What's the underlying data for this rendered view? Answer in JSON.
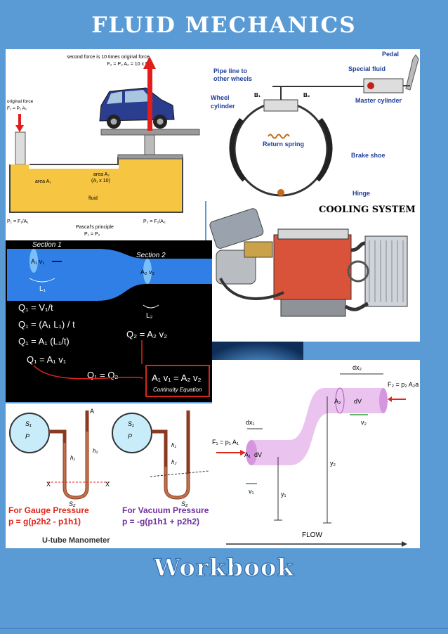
{
  "title": "FLUID MECHANICS",
  "subtitle": "Workbook",
  "pascal": {
    "top_caption_1": "second force is 10 times original force",
    "top_caption_2": "F₂ = P₂ A₂ = 10 x F₁",
    "orig_force_1": "original force",
    "orig_force_2": "F₁ = P₁ A₁",
    "area1": "area A₁",
    "area2_1": "area A₂",
    "area2_2": "(A₁ x 10)",
    "fluid": "fluid",
    "p1": "P₁ = F₁/A₁",
    "p2": "P₂ = F₂/A₂",
    "principle_1": "Pascal's principle",
    "principle_2": "P₁ = P₂"
  },
  "brake": {
    "pedal": "Pedal",
    "special_fluid": "Special fluid",
    "pipe_1": "Pipe line to",
    "pipe_2": "other wheels",
    "master": "Master cylinder",
    "wheel_1": "Wheel",
    "wheel_2": "cylinder",
    "b1": "B₁",
    "b2": "B₂",
    "return_spring": "Return spring",
    "brake_shoe": "Brake shoe",
    "hinge": "Hinge"
  },
  "cooling": {
    "title": "COOLING SYSTEM"
  },
  "continuity": {
    "section1": "Section 1",
    "section2": "Section 2",
    "a1v1": "A₁ v₁",
    "a2v2": "A₂ v₂",
    "l1": "L₁",
    "l2": "L₂",
    "eq1": "Q₁ = V₁/t",
    "eq2": "Q₁ = (A₁ L₁) / t",
    "eq3": "Q₁ = A₁ (L₁/t)",
    "eq4": "Q₁ = A₁ v₁",
    "eq5": "Q₂ = A₂ v₂",
    "eq6": "Q₁ = Q₂",
    "result": "A₁ v₁ = A₂ v₂",
    "result_label": "Continuity Equation"
  },
  "manometer": {
    "gauge_1": "For Gauge Pressure",
    "gauge_2": "p = g(p2h2 - p1h1)",
    "vacuum_1": "For Vacuum Pressure",
    "vacuum_2": "p = -g(p1h1 + p2h2)",
    "caption": "U-tube Manometer",
    "a": "A",
    "x": "X",
    "s1": "S₁",
    "s2": "S₂",
    "h1": "h₁",
    "h2": "h₂",
    "p": "P"
  },
  "bernoulli": {
    "dx2": "dx₂",
    "f2": "F₂ = p₂ A₂a",
    "a2": "A₂",
    "dv": "dV",
    "v2": "v₂",
    "dx1": "dx₁",
    "f1": "F₁ = p₁ A₁",
    "a1": "A₁",
    "v1": "v₁",
    "y1": "y₁",
    "y2": "y₂",
    "flow": "FLOW"
  },
  "colors": {
    "background": "#5b9bd5",
    "fluid": "#f6c542",
    "pipe_blue": "#2f7fe6",
    "manometer_red": "#e0261a",
    "manometer_purple": "#7030a0",
    "pipe_pink": "#e6b8ec"
  }
}
